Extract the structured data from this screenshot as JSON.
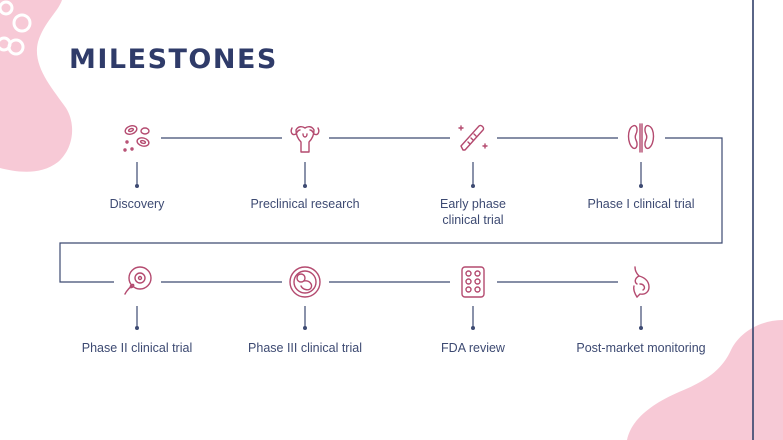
{
  "title": "MILESTONES",
  "colors": {
    "title": "#2f3b69",
    "line": "#3d4a72",
    "icon": "#b44a6f",
    "blob": "#f7c9d6"
  },
  "milestones": [
    {
      "label": "Discovery",
      "icon": "cells-icon"
    },
    {
      "label": "Preclinical research",
      "icon": "uterus-icon"
    },
    {
      "label": "Early phase\nclinical trial",
      "icon": "thermometer-icon"
    },
    {
      "label": "Phase  I clinical trial",
      "icon": "kidneys-icon"
    },
    {
      "label": "Phase  II clinical trial",
      "icon": "egg-sperm-icon"
    },
    {
      "label": "Phase  III clinical trial",
      "icon": "fetus-icon"
    },
    {
      "label": "FDA review",
      "icon": "pill-blister-icon"
    },
    {
      "label": "Post-market monitoring",
      "icon": "pregnant-icon"
    }
  ]
}
